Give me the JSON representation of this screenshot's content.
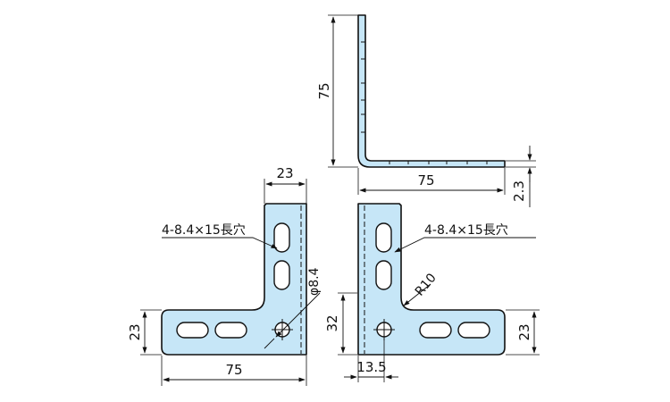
{
  "dimensions": {
    "side_height": "75",
    "side_width": "75",
    "thickness": "2.3",
    "left_top_width": "23",
    "left_slot_note": "4-8.4×15長穴",
    "left_hole": "φ8.4",
    "left_height": "23",
    "left_width": "75",
    "right_slot_note": "4-8.4×15長穴",
    "right_radius": "R10",
    "right_hole_height": "32",
    "right_height": "23",
    "right_offset": "13.5"
  }
}
